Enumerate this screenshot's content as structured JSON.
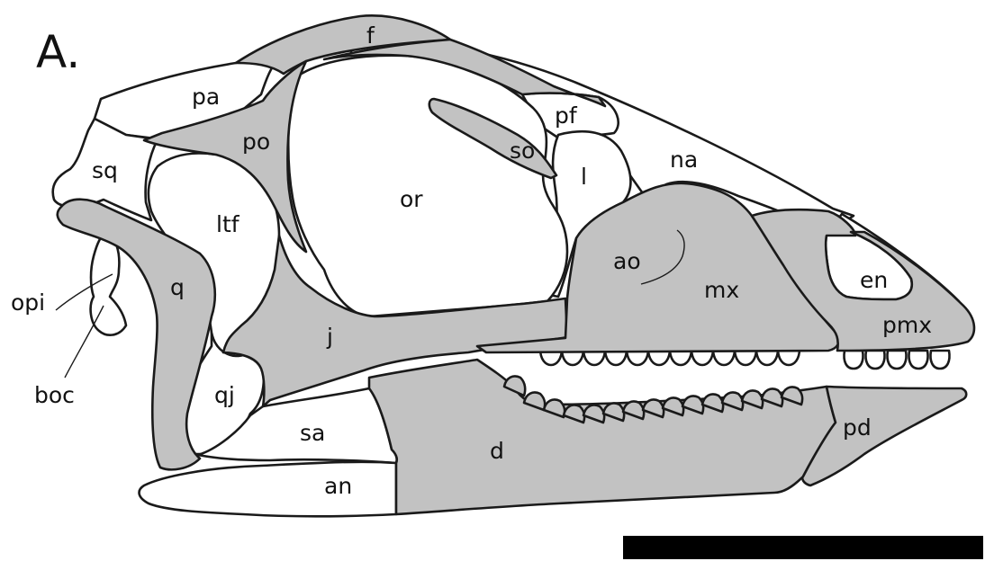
{
  "panel_label": "A.",
  "colors": {
    "shaded": "#c2c2c2",
    "unshaded": "#ffffff",
    "outline": "#1a1a1a",
    "scale_bar": "#000000"
  },
  "labels": {
    "f": "f",
    "pa": "pa",
    "po": "po",
    "pf": "pf",
    "so": "so",
    "sq": "sq",
    "or": "or",
    "na": "na",
    "l": "l",
    "ltf": "ltf",
    "ao": "ao",
    "opi": "opi",
    "q": "q",
    "mx": "mx",
    "en": "en",
    "pmx": "pmx",
    "j": "j",
    "boc": "boc",
    "qj": "qj",
    "sa": "sa",
    "d": "d",
    "pd": "pd",
    "an": "an"
  }
}
